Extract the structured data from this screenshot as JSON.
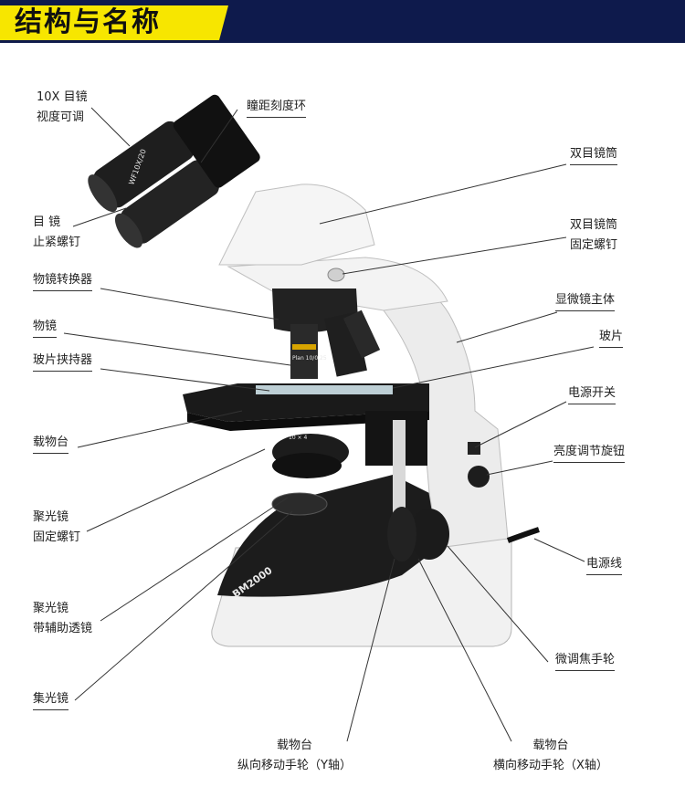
{
  "header": {
    "title": "结构与名称"
  },
  "scope_text": {
    "eyepiece_tube": "WF10X/20",
    "brand": "BM2000",
    "objective": "Plan 10/0.25",
    "condenser": "10 × 4"
  },
  "labels": {
    "eyepiece_line1": "10X 目镜",
    "eyepiece_line2": "视度可调",
    "ipd_ring": "瞳距刻度环",
    "binocular_tube": "双目镜筒",
    "eyepiece_screw_line1": "目 镜",
    "eyepiece_screw_line2": "止紧螺钉",
    "tube_screw_line1": "双目镜筒",
    "tube_screw_line2": "固定螺钉",
    "nosepiece": "物镜转换器",
    "body": "显微镜主体",
    "objective": "物镜",
    "slide": "玻片",
    "slide_holder": "玻片挟持器",
    "power_switch": "电源开关",
    "stage": "载物台",
    "brightness_knob": "亮度调节旋钮",
    "condenser_screw_line1": "聚光镜",
    "condenser_screw_line2": "固定螺钉",
    "power_cord": "电源线",
    "condenser_lens_line1": "聚光镜",
    "condenser_lens_line2": "带辅助透镜",
    "fine_focus": "微调焦手轮",
    "collector": "集光镜",
    "stage_y_line1": "载物台",
    "stage_y_line2": "纵向移动手轮（Y轴）",
    "stage_x_line1": "载物台",
    "stage_x_line2": "横向移动手轮（X轴）"
  }
}
